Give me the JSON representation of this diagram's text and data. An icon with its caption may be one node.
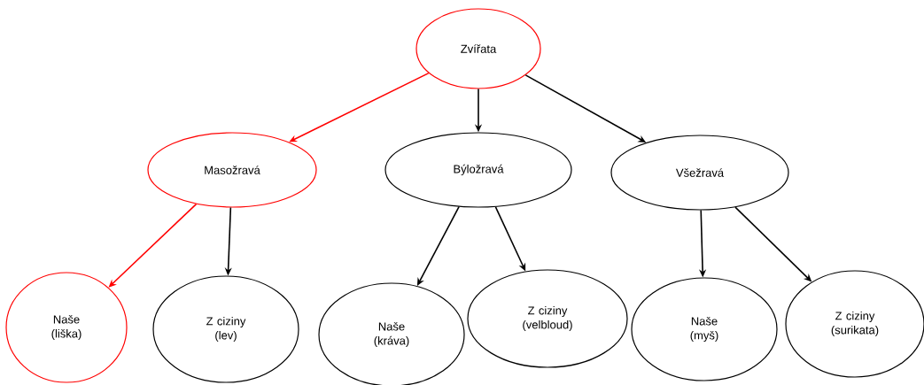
{
  "diagram": {
    "nodes": [
      {
        "text": [
          "Zvířata"
        ]
      },
      {
        "text": [
          "Masožravá"
        ]
      },
      {
        "text": [
          "Býložravá"
        ]
      },
      {
        "text": [
          "Všežravá"
        ]
      },
      {
        "text": [
          "Naše (liška)"
        ]
      },
      {
        "text": [
          "Z ciziny (lev)"
        ]
      },
      {
        "text": [
          "Naše (kráva)"
        ]
      },
      {
        "text": [
          "Z ciziny (velbloud)"
        ]
      },
      {
        "text": [
          "Naše (myš)"
        ]
      },
      {
        "text": [
          "Z ciziny (surikata)"
        ]
      }
    ],
    "edges": [
      {
        "from": 0,
        "to": 1,
        "arrow": "to",
        "color": "#ff0000"
      },
      {
        "from": 0,
        "to": 2,
        "arrow": "to"
      },
      {
        "from": 0,
        "to": 3,
        "arrow": "to"
      },
      {
        "from": 1,
        "to": 4,
        "arrow": "to",
        "color": "#ff0000"
      },
      {
        "from": 1,
        "to": 5,
        "arrow": "to"
      },
      {
        "from": 2,
        "to": 6,
        "arrow": "to"
      },
      {
        "from": 2,
        "to": 7,
        "arrow": "to"
      },
      {
        "from": 3,
        "to": 8,
        "arrow": "to"
      },
      {
        "from": 3,
        "to": 9,
        "arrow": "to"
      }
    ]
  }
}
